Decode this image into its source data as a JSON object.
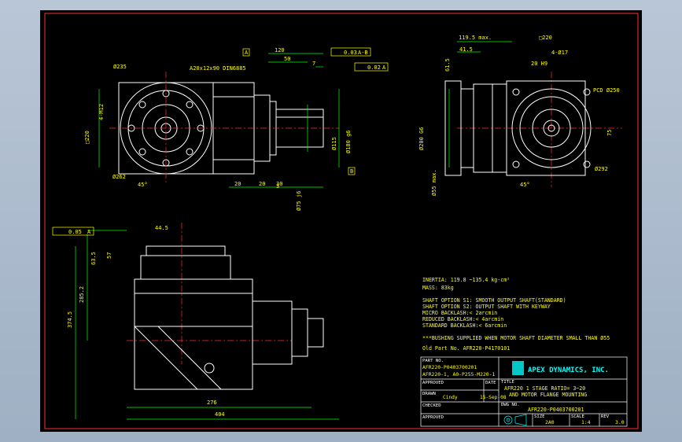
{
  "drawing": {
    "dims_top_left": {
      "d_235": "Ø235",
      "key": "A20x12x90 DIN6885",
      "d_120": "120",
      "d_50": "50",
      "d_7": "7",
      "flat_tol": "0.03",
      "flat_ref": "A-B",
      "perp_tol": "0.02",
      "perp_ref": "A",
      "datum_a": "A",
      "datum_b": "B",
      "sq_220": "□220",
      "d_m12": "4-M12",
      "d_262": "Ø262",
      "ang_45": "45°",
      "d_20a": "20",
      "d_20b": "20",
      "d_30": "30",
      "d_3": "3",
      "d_115": "Ø115",
      "d_180": "Ø180 g6",
      "d_75": "Ø75 j6"
    },
    "dims_top_right": {
      "d_1195": "119.5 max.",
      "sq_220": "□220",
      "d_415": "41.5",
      "d_m12": "4-Ø17",
      "d_20": "20 H9",
      "pcd": "PCD Ø250",
      "d_200": "Ø200 G6",
      "d_75": "75",
      "d_292": "Ø292",
      "d_55": "Ø55 max.",
      "ang_45": "45°",
      "d_615": "61.5"
    },
    "dims_bottom": {
      "tol": "0.05",
      "ref": "A",
      "d_44": "44.5",
      "d_63": "63.5",
      "d_57": "57",
      "d_2852": "285.2",
      "d_3745": "374.5",
      "d_276": "276",
      "d_404": "404"
    },
    "notes": {
      "inertia": "INERTIA:  119.8 ~135.4 kg·cm²",
      "mass": "MASS:  83kg",
      "opt1": "SHAFT OPTION S1: SMOOTH OUTPUT SHAFT(STANDARD)",
      "opt2": "SHAFT OPTION S2: OUTPUT SHAFT WITH KEYWAY",
      "micro": "MICRO BACKLASH:< 2arcmin",
      "reduced": "REDUCED BACKLASH:< 4arcmin",
      "standard": "STANDARD BACKLASH:< 6arcmin",
      "bushing": "***BUSHING SUPPLIED WHEN MOTOR SHAFT DIAMETER SMALL THAN Ø55",
      "old_part": "Old Part No. AFR220-P4170101"
    },
    "title_block": {
      "part_no_label": "PART NO.",
      "part_no_1": "AFR220-P0403700201",
      "part_no_2": "AFR220-1, A0-P255-M220-1",
      "approved_label": "APPROVED",
      "date_label": "DATE",
      "drawn_label": "DRAWN",
      "drawn_by": "Cindy",
      "drawn_date": "15-Sep-08",
      "checked_label": "CHECKED",
      "approved2_label": "APPROVED",
      "company": "APEX DYNAMICS, INC.",
      "title_label": "TITLE",
      "title_1": "AFR220 1 STAGE RATIO= 3~20",
      "title_2": "AND MOTOR FLANGE MOUNTING",
      "dwg_label": "DWG NO.",
      "dwg_no": "AFR220-P0403700201",
      "size_label": "SIZE",
      "size": "2A0",
      "scale_label": "SCALE",
      "scale": "1:4",
      "rev_label": "REV",
      "rev": "3.0"
    }
  }
}
